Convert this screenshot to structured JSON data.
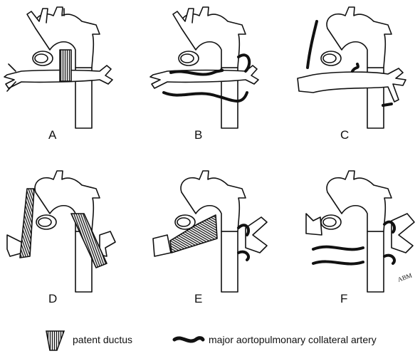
{
  "panels": [
    {
      "label": "A",
      "ductus": "aortic-isthmus",
      "collaterals": 0
    },
    {
      "label": "B",
      "ductus": "none",
      "collaterals": 3
    },
    {
      "label": "C",
      "ductus": "none",
      "collaterals": 3
    },
    {
      "label": "D",
      "ductus": "bilateral",
      "collaterals": 0
    },
    {
      "label": "E",
      "ductus": "left-to-right-pa",
      "collaterals": 2
    },
    {
      "label": "F",
      "ductus": "none",
      "collaterals": 4
    }
  ],
  "legend": {
    "ductus_label": "patent ductus",
    "collateral_label": "major aortopulmonary collateral artery"
  },
  "signature": "ABM",
  "colors": {
    "stroke": "#111111",
    "fill": "#ffffff"
  }
}
